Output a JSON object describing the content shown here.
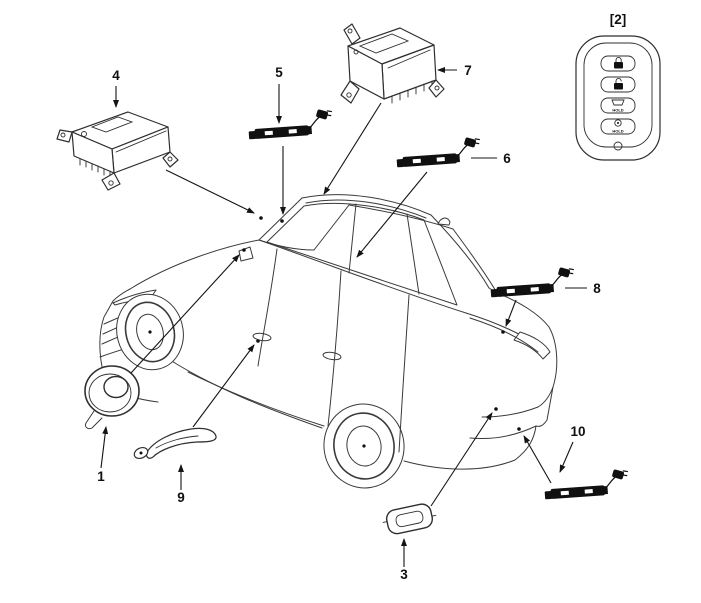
{
  "figure": {
    "callouts": {
      "c1": "1",
      "c2": "[2]",
      "c3": "3",
      "c4": "4",
      "c5": "5",
      "c6": "6",
      "c7": "7",
      "c8": "8",
      "c9": "9",
      "c10": "10"
    },
    "smart_key": {
      "buttons": [
        {
          "icon": "lock-icon"
        },
        {
          "icon": "unlock-icon"
        },
        {
          "icon": "trunk-icon",
          "hold_label": "HOLD"
        },
        {
          "icon": "panic-icon",
          "hold_label": "HOLD"
        }
      ]
    },
    "colors": {
      "line": "#3a3a3a",
      "label": "#101010",
      "background": "#ffffff"
    }
  }
}
